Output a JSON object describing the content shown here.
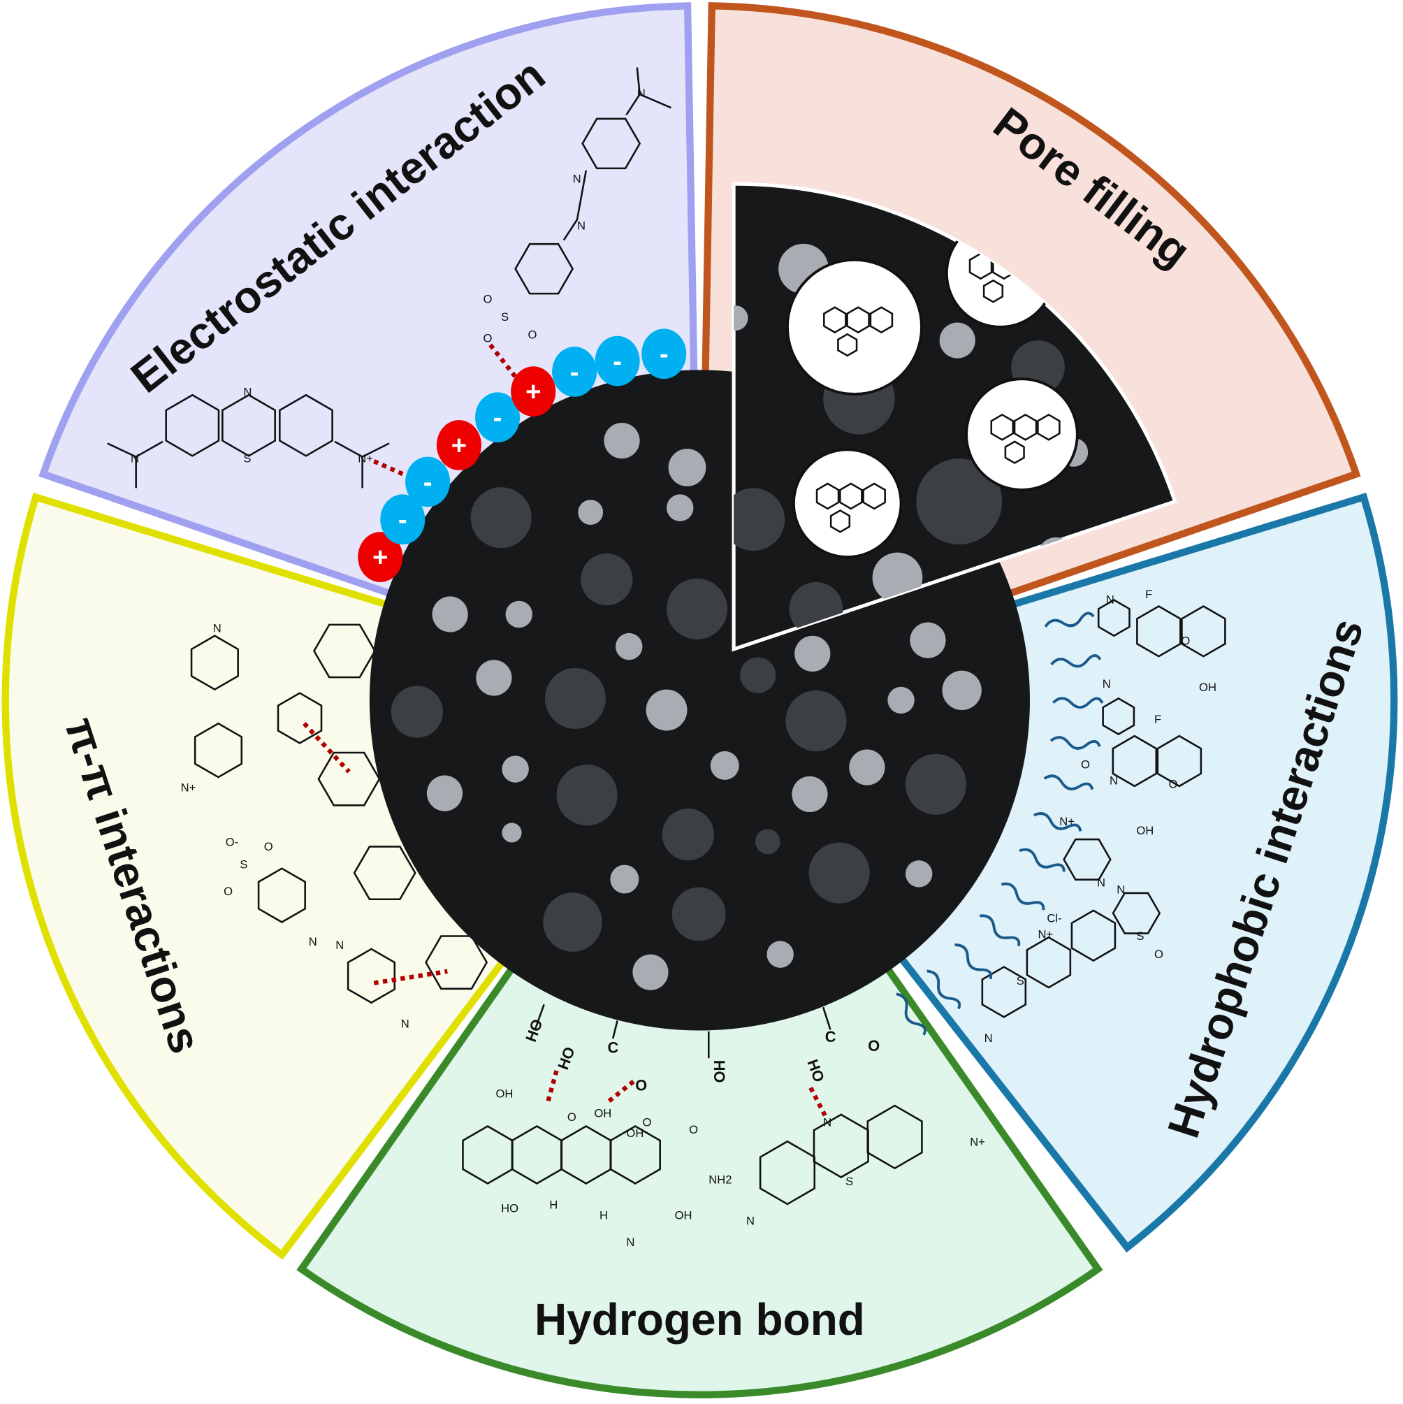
{
  "sectors": {
    "electrostatic": {
      "label": "Electrostatic interaction",
      "fill": "#e4e4fb",
      "stroke": "#a0a0f0"
    },
    "pore_filling": {
      "label": "Pore filling",
      "fill": "#f9e1db",
      "stroke": "#c0561e"
    },
    "hydrophobic": {
      "label": "Hydrophobic interactions",
      "fill": "#dff1f9",
      "stroke": "#1a78a8"
    },
    "hydrogen_bond": {
      "label": "Hydrogen bond",
      "fill": "#e1f6ea",
      "stroke": "#3a8a2a"
    },
    "pi_pi": {
      "label": "π-π interactions",
      "fill": "#fafbea",
      "stroke": "#e0e000"
    }
  },
  "colors": {
    "adsorbent": "#17181a",
    "pore_light": "#a9adb3",
    "pore_dark": "#3c3f44",
    "positive_charge": "#ee0000",
    "negative_charge": "#00b0f0",
    "interaction_line": "#b00000"
  },
  "charges": [
    "+",
    "-",
    "-",
    "+",
    "-",
    "+",
    "-",
    "-",
    "-"
  ],
  "atoms": {
    "electrostatic": [
      "N",
      "S",
      "N+",
      "N",
      "S",
      "O",
      "O",
      "O",
      "N",
      "N",
      "N"
    ],
    "pi_pi": [
      "N",
      "N+",
      "S",
      "O",
      "O",
      "O-",
      "N",
      "N",
      "N"
    ],
    "hydrogen_bond_surface": [
      "HO",
      "HO",
      "C",
      "O",
      "HO",
      "C",
      "O",
      "HO"
    ],
    "hydrogen_bond_molecules": [
      "OH",
      "O",
      "OH",
      "OH",
      "O",
      "O",
      "NH2",
      "HO",
      "H",
      "H",
      "OH",
      "N",
      "N",
      "N+",
      "S",
      "N"
    ],
    "hydrophobic": [
      "N",
      "F",
      "O",
      "OH",
      "N",
      "O",
      "F",
      "N",
      "O",
      "OH",
      "N+",
      "N",
      "N",
      "S",
      "O",
      "Cl-",
      "N+",
      "S",
      "N"
    ]
  }
}
